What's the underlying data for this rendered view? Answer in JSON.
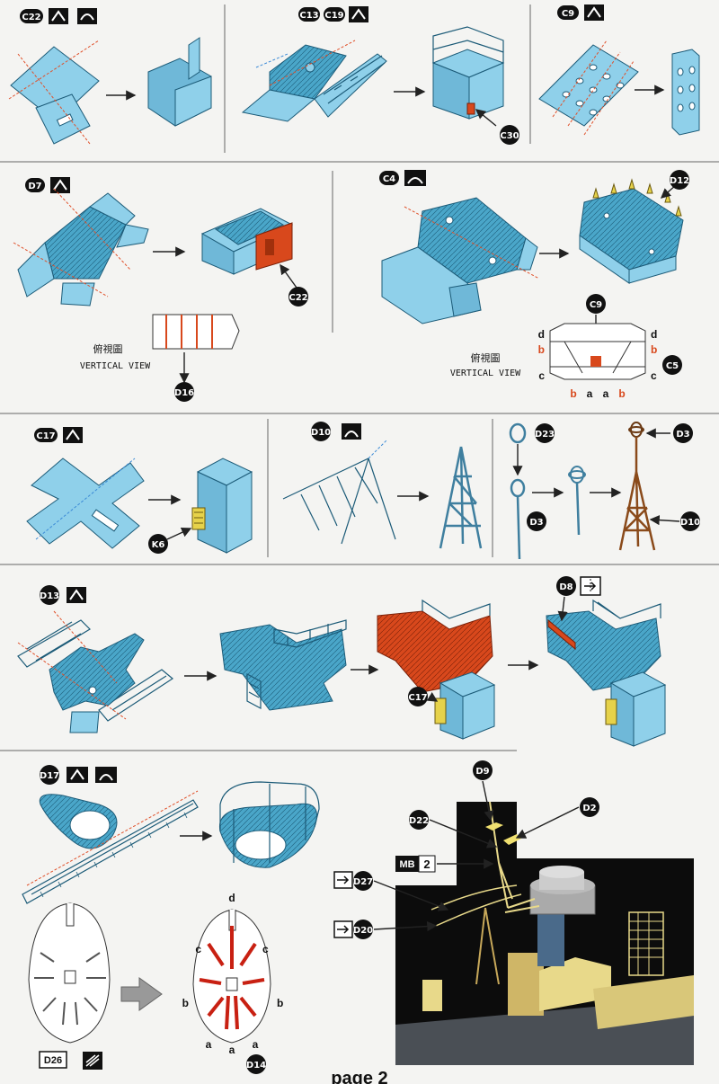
{
  "parts": {
    "c22a": "C22",
    "c13": "C13",
    "c19": "C19",
    "c30": "C30",
    "c9a": "C9",
    "d7": "D7",
    "c22b": "C22",
    "d16": "D16",
    "c4": "C4",
    "d12": "D12",
    "c9b": "C9",
    "c5": "C5",
    "c17a": "C17",
    "k6": "K6",
    "d10a": "D10",
    "d23": "D23",
    "d3a": "D3",
    "d3b": "D3",
    "d10b": "D10",
    "d13": "D13",
    "c17b": "C17",
    "d8": "D8",
    "d17": "D17",
    "d9": "D9",
    "d2": "D2",
    "d22": "D22",
    "mb": "MB",
    "mb_num": "2",
    "d27": "D27",
    "d20": "D20",
    "d26": "D26",
    "d14": "D14"
  },
  "vertical_view_cn": "俯視圖",
  "vertical_view_en": "VERTICAL VIEW",
  "c5_letters": {
    "left": [
      "d",
      "b",
      "c"
    ],
    "right": [
      "d",
      "b",
      "c"
    ],
    "bottom": [
      "b",
      "a",
      "a",
      "b"
    ]
  },
  "d14_letters": {
    "top": "d",
    "left": [
      "c",
      "b",
      "a"
    ],
    "right": [
      "c",
      "b",
      "a"
    ],
    "bottom": "a"
  },
  "footer_text": "page 2",
  "colors": {
    "part_blue": "#8fd0ea",
    "etched_blue": "#4aa6c9",
    "fold_red": "#e0502a",
    "highlight_orange": "#d8481c",
    "photo_bg": "#0c0c0c",
    "brass": "#e8d98a"
  },
  "icons": [
    "fold-up-icon",
    "fold-round-icon",
    "flip-icon",
    "glue-icon"
  ]
}
